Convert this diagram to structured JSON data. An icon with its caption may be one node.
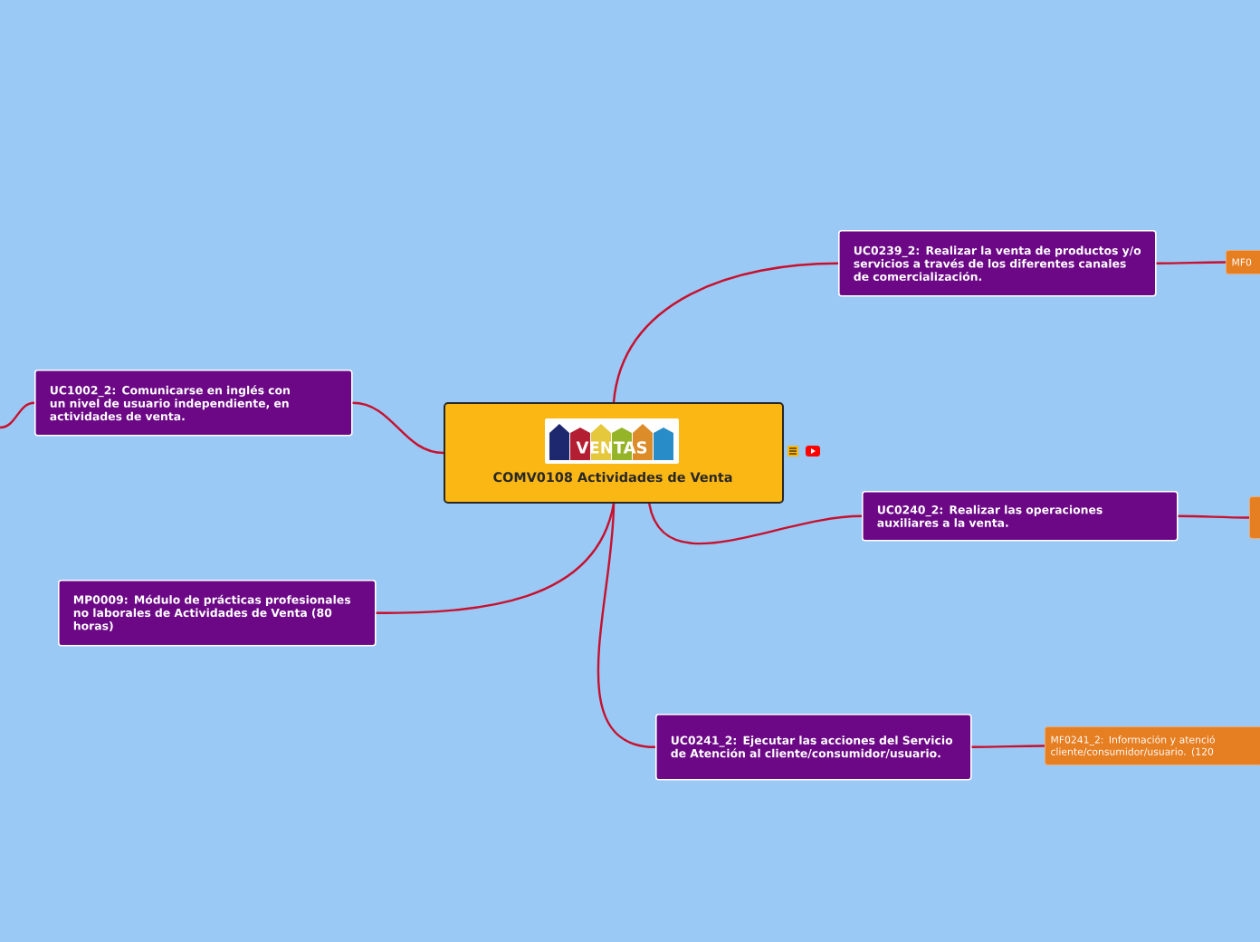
{
  "diagram": {
    "nodes": [
      {
        "text": [
          "COMV0108 Actividades de Venta"
        ]
      },
      {
        "text": [
          "UC0239_2: Realizar la venta de productos y/o servicios a través de los diferentes canales de comercialización."
        ]
      },
      {
        "text": [
          "MF0"
        ]
      },
      {
        "text": [
          "UC1002_2: Comunicarse en inglés con  un nivel de usuario independiente, en actividades de venta."
        ]
      },
      {
        "text": [
          "UC0240_2: Realizar las operaciones auxiliares a la venta."
        ]
      },
      {
        "text": [],
        "shape": "box"
      },
      {
        "text": [
          "MP0009: Módulo de prácticas profesionales no laborales de Actividades de Venta (80 horas)"
        ]
      },
      {
        "text": [
          "UC0241_2: Ejecutar las acciones del Servicio de Atención al cliente/consumidor/usuario."
        ]
      },
      {
        "text": [
          "MF0241_2: Información y atenció cliente/consumidor/usuario. (120"
        ]
      }
    ],
    "edges": [
      {
        "from": 0,
        "to": 1,
        "arrow": "none"
      },
      {
        "from": 1,
        "to": 2,
        "arrow": "none"
      },
      {
        "from": 0,
        "to": 3,
        "arrow": "none"
      },
      {
        "from": 3,
        "to": null,
        "arrow": "none"
      },
      {
        "from": 0,
        "to": 4,
        "arrow": "none"
      },
      {
        "from": 4,
        "to": 5,
        "arrow": "none"
      },
      {
        "from": 0,
        "to": 6,
        "arrow": "none"
      },
      {
        "from": 0,
        "to": 7,
        "arrow": "none"
      },
      {
        "from": 7,
        "to": 8,
        "arrow": "none"
      }
    ],
    "labels": [
      "VENTAS"
    ]
  }
}
